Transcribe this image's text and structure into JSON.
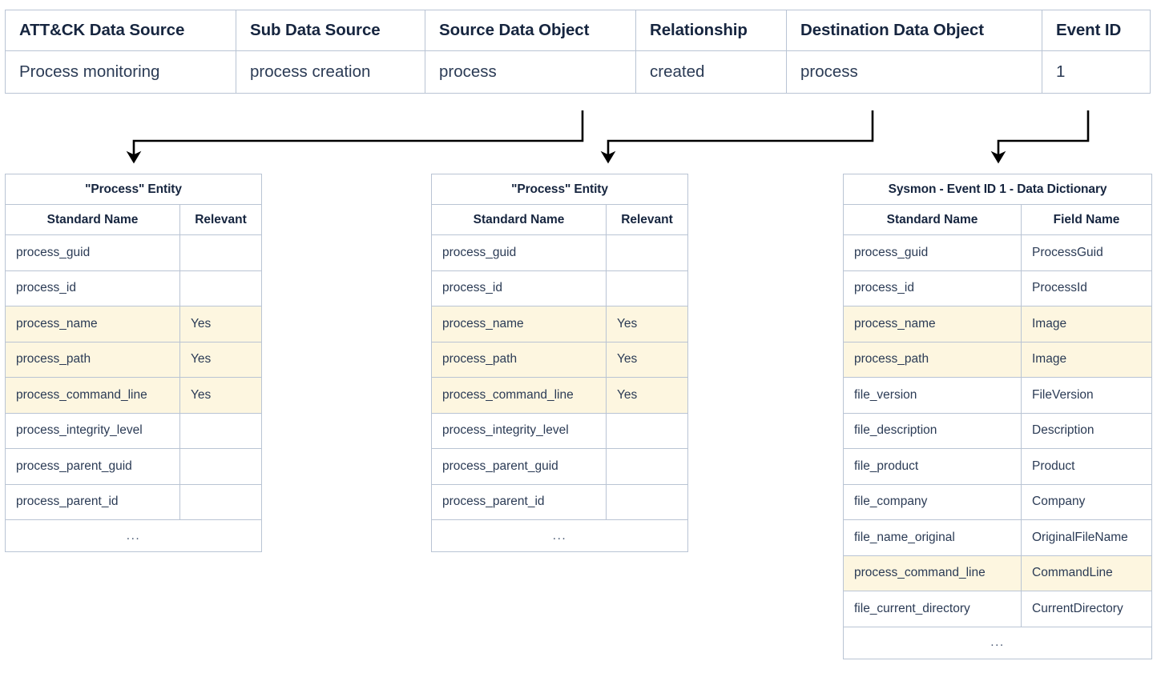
{
  "summary_table": {
    "name": "attack-data-source-summary",
    "headers": [
      "ATT&CK Data Source",
      "Sub Data Source",
      "Source Data Object",
      "Relationship",
      "Destination Data Object",
      "Event ID"
    ],
    "rows": [
      [
        "Process monitoring",
        "process creation",
        "process",
        "created",
        "process",
        "1"
      ]
    ]
  },
  "process_entity_left": {
    "title": "\"Process\" Entity",
    "headers": [
      "Standard Name",
      "Relevant"
    ],
    "rows": [
      {
        "standard_name": "process_guid",
        "relevant": "",
        "highlighted": false
      },
      {
        "standard_name": "process_id",
        "relevant": "",
        "highlighted": false
      },
      {
        "standard_name": "process_name",
        "relevant": "Yes",
        "highlighted": true
      },
      {
        "standard_name": "process_path",
        "relevant": "Yes",
        "highlighted": true
      },
      {
        "standard_name": "process_command_line",
        "relevant": "Yes",
        "highlighted": true
      },
      {
        "standard_name": "process_integrity_level",
        "relevant": "",
        "highlighted": false
      },
      {
        "standard_name": "process_parent_guid",
        "relevant": "",
        "highlighted": false
      },
      {
        "standard_name": "process_parent_id",
        "relevant": "",
        "highlighted": false
      }
    ],
    "more_indicator": "..."
  },
  "process_entity_mid": {
    "title": "\"Process\" Entity",
    "headers": [
      "Standard Name",
      "Relevant"
    ],
    "rows": [
      {
        "standard_name": "process_guid",
        "relevant": "",
        "highlighted": false
      },
      {
        "standard_name": "process_id",
        "relevant": "",
        "highlighted": false
      },
      {
        "standard_name": "process_name",
        "relevant": "Yes",
        "highlighted": true
      },
      {
        "standard_name": "process_path",
        "relevant": "Yes",
        "highlighted": true
      },
      {
        "standard_name": "process_command_line",
        "relevant": "Yes",
        "highlighted": true
      },
      {
        "standard_name": "process_integrity_level",
        "relevant": "",
        "highlighted": false
      },
      {
        "standard_name": "process_parent_guid",
        "relevant": "",
        "highlighted": false
      },
      {
        "standard_name": "process_parent_id",
        "relevant": "",
        "highlighted": false
      }
    ],
    "more_indicator": "..."
  },
  "sysmon_dictionary": {
    "title": "Sysmon - Event ID 1 - Data Dictionary",
    "headers": [
      "Standard Name",
      "Field Name"
    ],
    "rows": [
      {
        "standard_name": "process_guid",
        "field_name": "ProcessGuid",
        "highlighted": false
      },
      {
        "standard_name": "process_id",
        "field_name": "ProcessId",
        "highlighted": false
      },
      {
        "standard_name": "process_name",
        "field_name": "Image",
        "highlighted": true
      },
      {
        "standard_name": "process_path",
        "field_name": "Image",
        "highlighted": true
      },
      {
        "standard_name": "file_version",
        "field_name": "FileVersion",
        "highlighted": false
      },
      {
        "standard_name": "file_description",
        "field_name": "Description",
        "highlighted": false
      },
      {
        "standard_name": "file_product",
        "field_name": "Product",
        "highlighted": false
      },
      {
        "standard_name": "file_company",
        "field_name": "Company",
        "highlighted": false
      },
      {
        "standard_name": "file_name_original",
        "field_name": "OriginalFileName",
        "highlighted": false
      },
      {
        "standard_name": "process_command_line",
        "field_name": "CommandLine",
        "highlighted": true
      },
      {
        "standard_name": "file_current_directory",
        "field_name": "CurrentDirectory",
        "highlighted": false
      }
    ],
    "more_indicator": "..."
  },
  "connectors": [
    {
      "name": "connector-source-data-object-to-left-entity",
      "from_column": "Source Data Object",
      "to_table": "process_entity_left"
    },
    {
      "name": "connector-destination-data-object-to-mid-entity",
      "from_column": "Destination Data Object",
      "to_table": "process_entity_mid"
    },
    {
      "name": "connector-event-id-to-sysmon-dictionary",
      "from_column": "Event ID",
      "to_table": "sysmon_dictionary"
    }
  ],
  "colors": {
    "border": "#b9c4d4",
    "header_text": "#16253f",
    "body_text": "#2b3b55",
    "highlight_row": "#fdf6e0",
    "connector": "#000000",
    "background": "#ffffff"
  }
}
